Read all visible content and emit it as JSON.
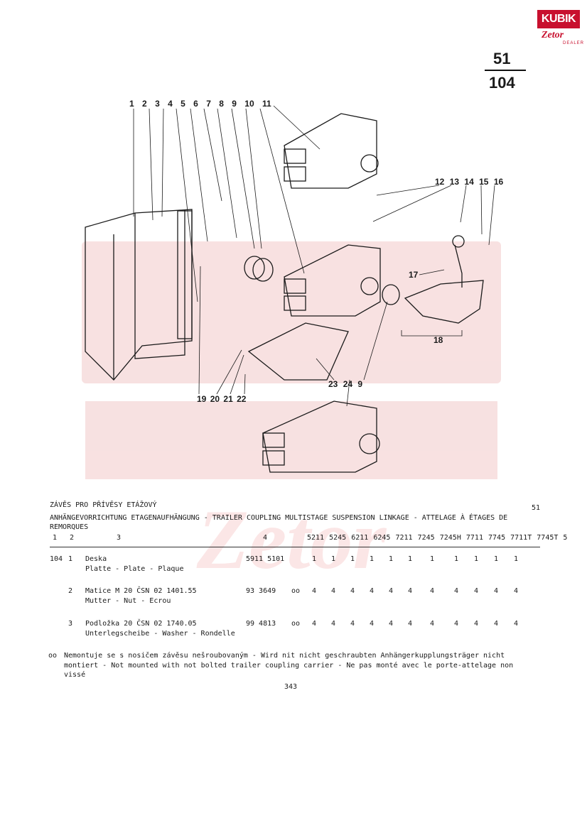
{
  "brand": {
    "logo_text": "KUBIK",
    "sub_logo": "Zetor",
    "dealer": "DEALER"
  },
  "page_ref": {
    "top": "51",
    "bottom": "104"
  },
  "diagram": {
    "callouts_top": [
      "1",
      "2",
      "3",
      "4",
      "5",
      "6",
      "7",
      "8",
      "9",
      "10",
      "11"
    ],
    "callouts_mid": [
      "12",
      "13",
      "14",
      "15",
      "16"
    ],
    "callout_17": "17",
    "callout_18": "18",
    "callouts_bottom_left": [
      "19",
      "20",
      "21",
      "22"
    ],
    "callouts_bottom_right": [
      "23",
      "24",
      "9"
    ]
  },
  "heading": {
    "line1": "ZÁVĚS PRO PŘÍVĚSY ETÁŽOVÝ",
    "line2": "ANHÄNGEVORRICHTUNG ETAGENAUFHÄNGUNG - TRAILER COUPLING MULTISTAGE SUSPENSION LINKAGE - ATTELAGE À ÉTAGES DE",
    "line3": "REMORQUES",
    "page_num": "51"
  },
  "columns": {
    "c1": "1",
    "c2": "2",
    "c3": "3",
    "c4": "4",
    "models": [
      "5211",
      "5245",
      "6211",
      "6245",
      "7211",
      "7245",
      "7245H",
      "7711",
      "7745",
      "7711T",
      "7745T",
      "5"
    ]
  },
  "rows": [
    {
      "pos": "104",
      "item": "1",
      "name": "Deska",
      "name2": "Platte - Plate - Plaque",
      "part": "5911 5101",
      "mark": "",
      "qty": [
        "1",
        "1",
        "1",
        "1",
        "1",
        "1",
        "1",
        "1",
        "1",
        "1",
        "1"
      ]
    },
    {
      "pos": "",
      "item": "2",
      "name": "Matice M 20 ČSN 02 1401.55",
      "name2": "Mutter - Nut - Ecrou",
      "part": "93 3649",
      "mark": "oo",
      "qty": [
        "4",
        "4",
        "4",
        "4",
        "4",
        "4",
        "4",
        "4",
        "4",
        "4",
        "4"
      ]
    },
    {
      "pos": "",
      "item": "3",
      "name": "Podložka 20 ČSN 02 1740.05",
      "name2": "Unterlegscheibe - Washer - Rondelle",
      "part": "99 4813",
      "mark": "oo",
      "qty": [
        "4",
        "4",
        "4",
        "4",
        "4",
        "4",
        "4",
        "4",
        "4",
        "4",
        "4"
      ]
    }
  ],
  "footnote": {
    "mark": "oo",
    "line1": "Nemontuje se s nosičem závěsu nešroubovaným - Wird nit nicht geschraubten Anhängerkupplungsträger nicht",
    "line2": "montiert - Not mounted with not bolted trailer coupling carrier - Ne pas monté avec le porte-attelage non",
    "line3": "vissé"
  },
  "footer_page": "343"
}
